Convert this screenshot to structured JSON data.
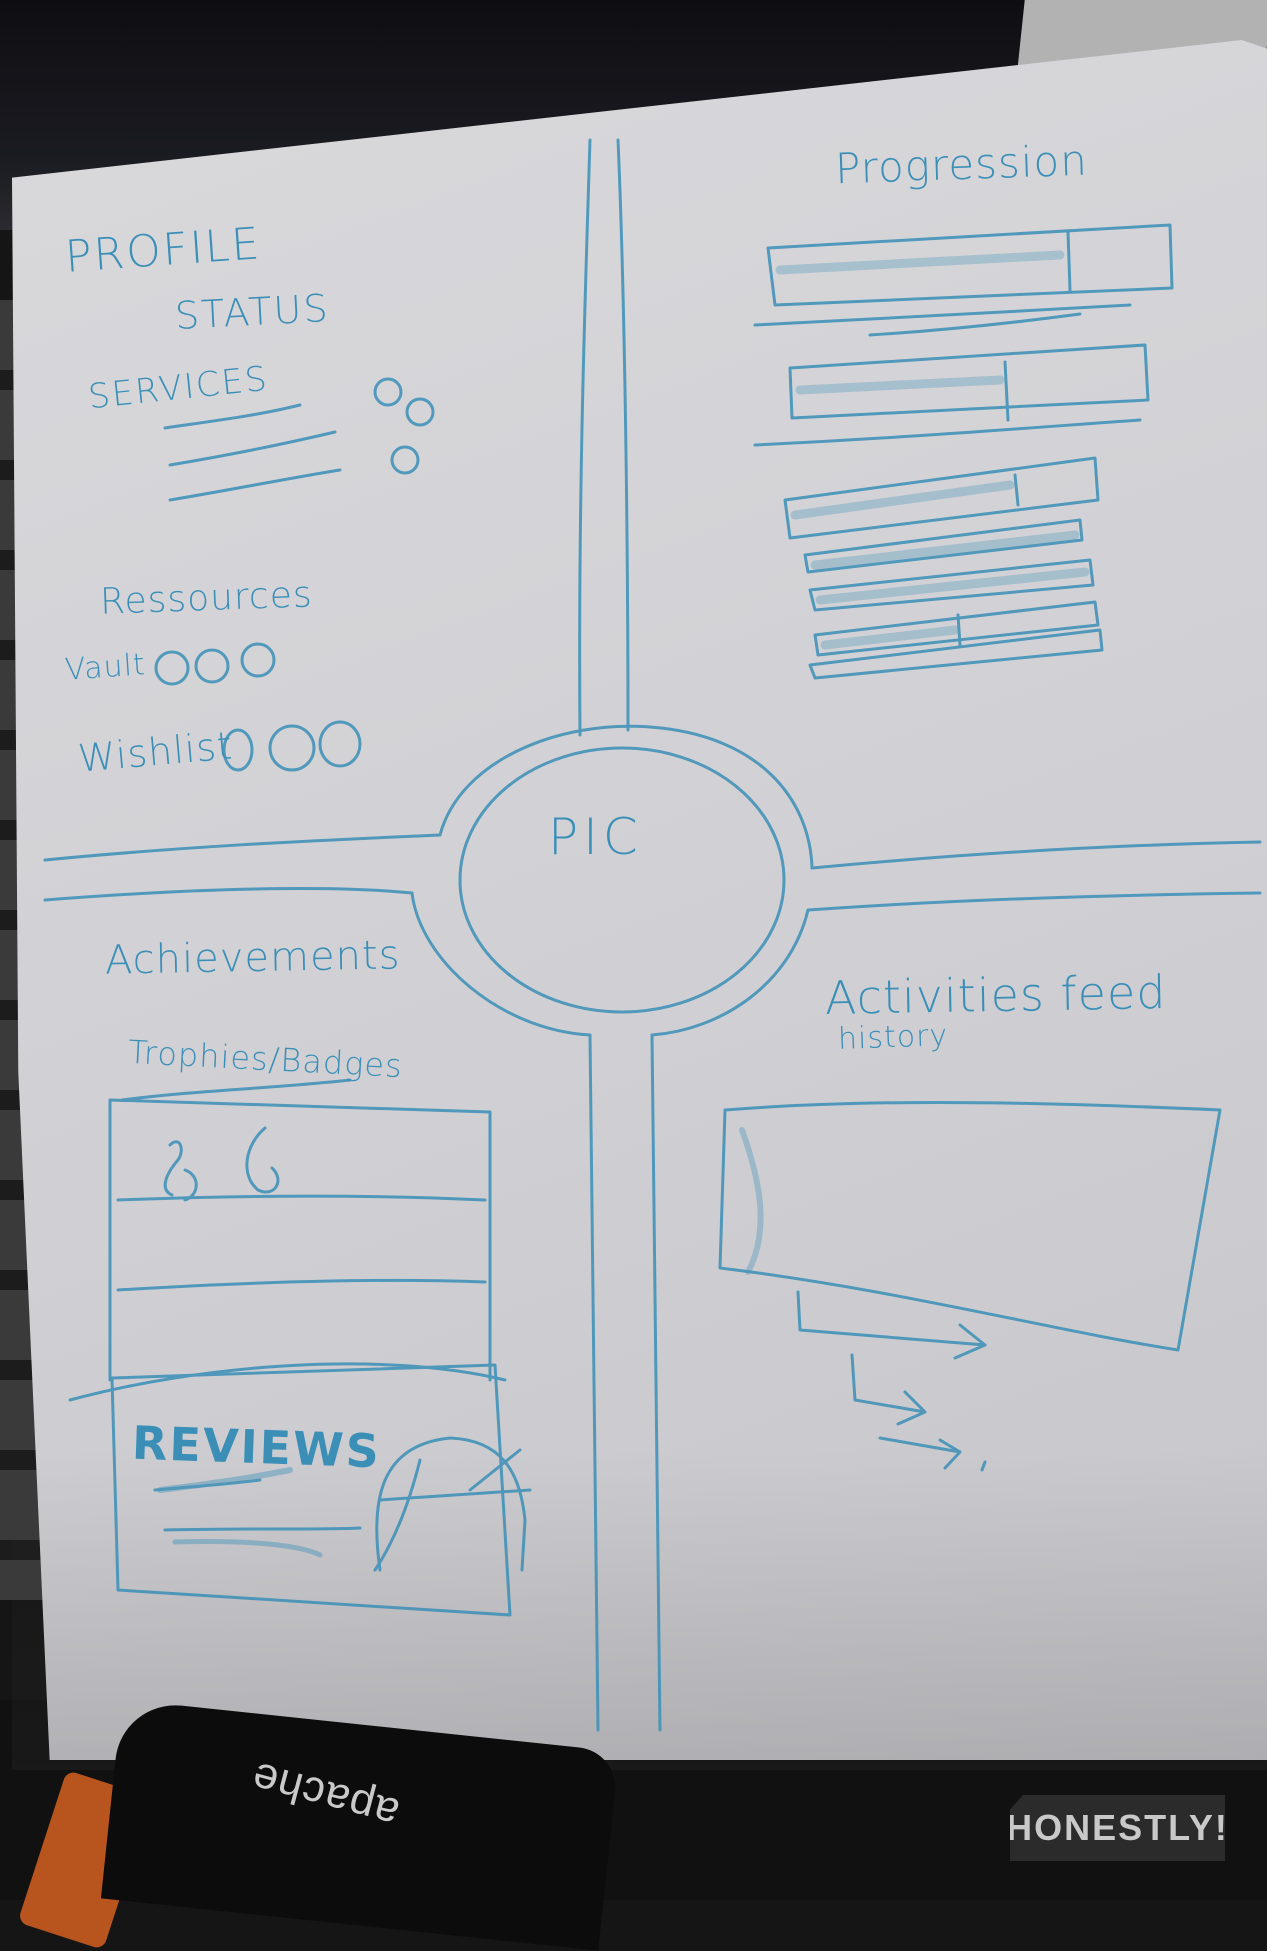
{
  "sketch": {
    "profile_section": {
      "title": "PROFILE",
      "status": "STATUS",
      "services": "SERVICES",
      "resources": "Ressources",
      "vault": "Vault",
      "wishlist": "Wishlist"
    },
    "progression_section": {
      "title": "Progression"
    },
    "center": {
      "label": "PIC"
    },
    "achievements_section": {
      "title": "Achievements",
      "subtitle": "Trophies/Badges",
      "reviews": "REVIEWS"
    },
    "activities_section": {
      "title": "Activities feed",
      "subtitle": "history"
    }
  },
  "glove_print": "apache",
  "watermark": "HONESTLY!",
  "colors": {
    "pencil": "#3b8fb7",
    "paper": "#d4d4d8",
    "background": "#151515"
  }
}
